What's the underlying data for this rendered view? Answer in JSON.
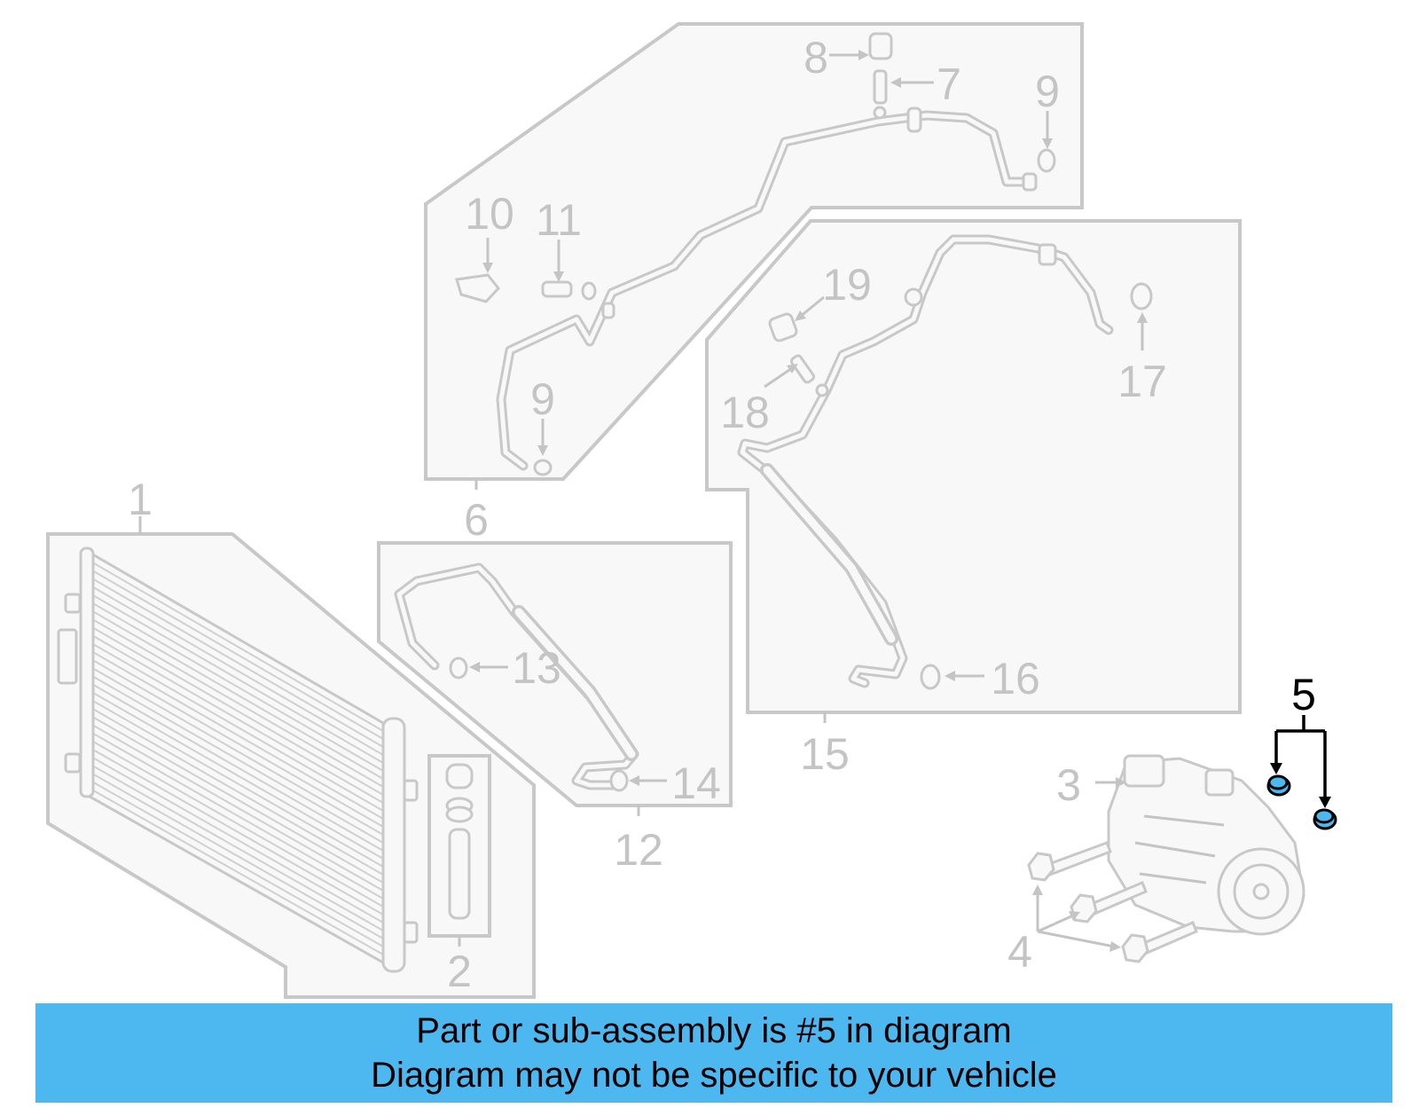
{
  "highlight_color": "#4db8f0",
  "diagram": {
    "callouts": {
      "c1": "1",
      "c2": "2",
      "c3": "3",
      "c4": "4",
      "c5": "5",
      "c6": "6",
      "c7": "7",
      "c8": "8",
      "c9a": "9",
      "c9b": "9",
      "c10": "10",
      "c11": "11",
      "c12": "12",
      "c13": "13",
      "c14": "14",
      "c15": "15",
      "c16": "16",
      "c17": "17",
      "c18": "18",
      "c19": "19"
    },
    "highlighted_callout": "5"
  },
  "banner": {
    "line1": "Part or sub-assembly is #5 in diagram",
    "line2": "Diagram may not be specific to your vehicle"
  }
}
